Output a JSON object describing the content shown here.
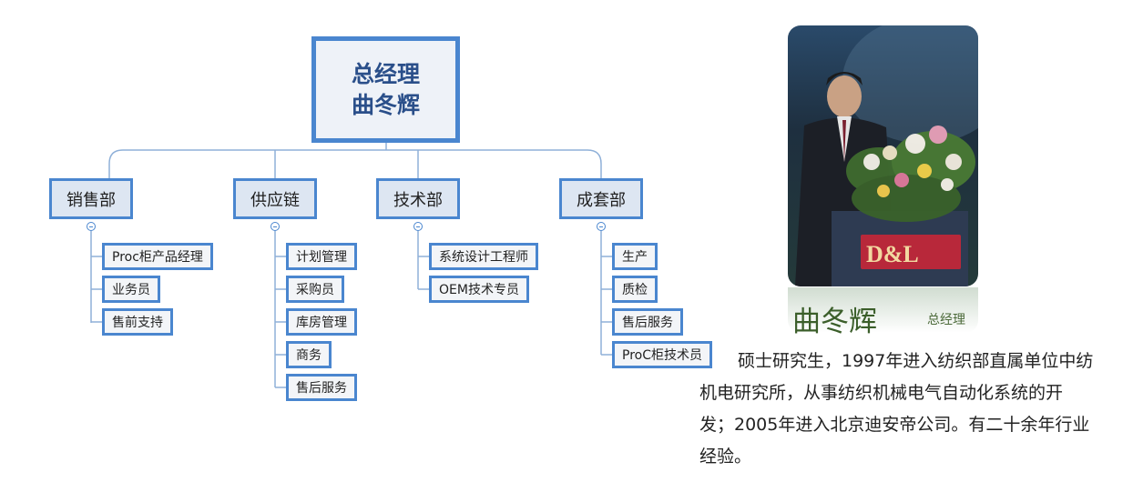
{
  "org_chart": {
    "root": {
      "line1": "总经理",
      "line2": "曲冬辉"
    },
    "departments": [
      {
        "name": "销售部",
        "members": [
          "Proc柜产品经理",
          "业务员",
          "售前支持"
        ]
      },
      {
        "name": "供应链",
        "members": [
          "计划管理",
          "采购员",
          "库房管理",
          "商务",
          "售后服务"
        ]
      },
      {
        "name": "技术部",
        "members": [
          "系统设计工程师",
          "OEM技术专员"
        ]
      },
      {
        "name": "成套部",
        "members": [
          "生产",
          "质检",
          "售后服务",
          "ProC柜技术员"
        ]
      }
    ]
  },
  "profile": {
    "photo_banner_text": "D&L",
    "name": "曲冬辉",
    "title": "总经理",
    "bio": "硕士研究生，1997年进入纺织部直属单位中纺机电研究所，从事纺织机械电气自动化系统的开发；2005年进入北京迪安帝公司。有二十余年行业经验。"
  },
  "colors": {
    "box_border": "#4a86cf",
    "connector": "#8fb0d8",
    "name_green": "#3b5e2a"
  }
}
